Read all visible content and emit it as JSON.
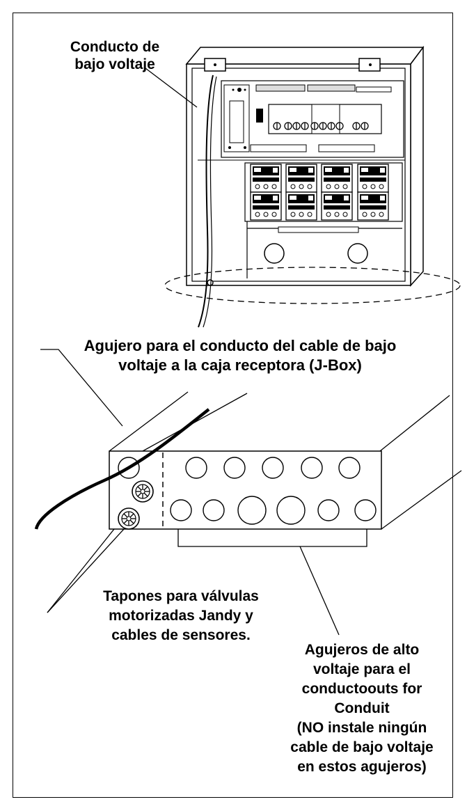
{
  "labels": {
    "low_voltage_conduit": [
      "Conducto de",
      "bajo voltaje"
    ],
    "low_voltage_hole": [
      "Agujero para el conducto del cable de bajo",
      "voltaje a la caja receptora (J-Box)"
    ],
    "plugs": [
      "Tapones para válvulas",
      "motorizadas Jandy y",
      "cables de sensores."
    ],
    "high_voltage_holes": [
      "Agujeros de alto",
      "voltaje para el",
      "conductoouts for",
      "Conduit",
      "(NO instale ningún",
      "cable de bajo voltaje",
      "en estos agujeros)"
    ]
  }
}
